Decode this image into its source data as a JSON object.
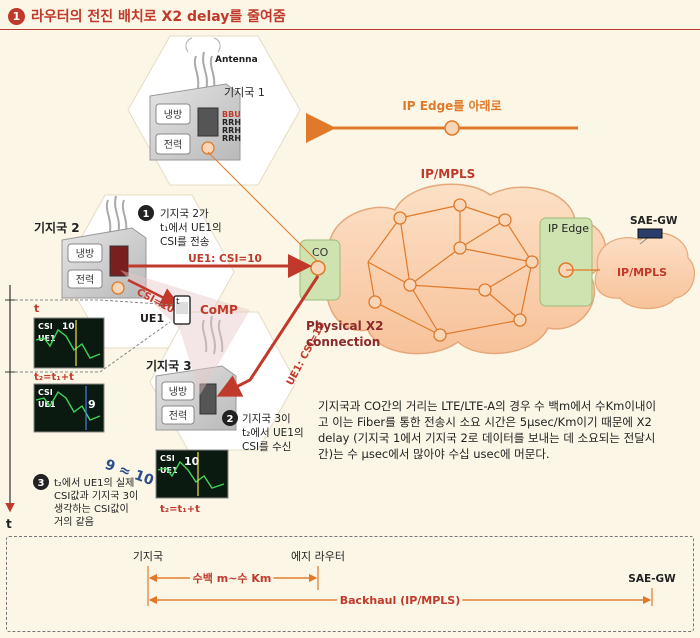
{
  "header": {
    "step_number": "1",
    "title": "라우터의 전진 배치로 X2 delay를 줄여줌"
  },
  "labels": {
    "antenna": "Antenna",
    "bs1": "기지국 1",
    "bs2": "기지국 2",
    "bs3": "기지국 3",
    "cooling": "냉방",
    "power": "전력",
    "bbu": "BBU",
    "rrh": "RRH",
    "ip_edge_down": "IP Edge를 아래로",
    "ip_mpls": "IP/MPLS",
    "ip_edge": "IP Edge",
    "sae_gw": "SAE-GW",
    "co": "CO",
    "physical_x2_1": "Physical X2",
    "physical_x2_2": "connection",
    "ue1": "UE1",
    "comp": "CoMP",
    "ue1_csi10_a": "UE1: CSI=10",
    "ue1_csi10_b": "UE1: CSI=10",
    "csi10_c": "CSI=10",
    "approx": "9 ≈ 10",
    "t1": "t",
    "t2_label": "t₂=t₁+t",
    "t_axis": "t",
    "t1_axis": "t"
  },
  "steps": {
    "s1_num": "1",
    "s1_l1": "기지국 2가",
    "s1_l2": "t₁에서 UE1의",
    "s1_l3": "CSI를 전송",
    "s2_num": "2",
    "s2_l1": "기지국 3이",
    "s2_l2": "t₂에서 UE1의",
    "s2_l3": "CSI를 수신",
    "s3_num": "3",
    "s3_l1": "t₂에서 UE1의 실제",
    "s3_l2": "CSI값과 기지국 3이",
    "s3_l3": "생각하는 CSI값이",
    "s3_l4": "거의 같음"
  },
  "panels": {
    "p1": {
      "csi": "CSI",
      "ue": "UE1",
      "value": "10"
    },
    "p2": {
      "csi": "CSI",
      "ue": "UE1",
      "value": "9"
    },
    "p3": {
      "csi": "CSI",
      "ue": "UE1",
      "value": "10"
    }
  },
  "note": "기지국과 CO간의 거리는 LTE/LTE-A의 경우 수 백m에서 수Km이내이고 이는 Fiber를 통한 전송시 소요 시간은 5µsec/Km이기 때문에 X2 delay (기지국 1에서 기지국 2로 데이터를 보내는 데 소요되는 전달시간)는 수 µsec에서 많아야 수십 usec에 머문다.",
  "bottom": {
    "bs": "기지국",
    "edge": "에지 라우터",
    "sae": "SAE-GW",
    "dist": "수백 m~수 Km",
    "backhaul": "Backhaul (IP/MPLS)"
  },
  "colors": {
    "accent": "#c0392b",
    "orange": "#e07a2a",
    "cloud": "#f9cfae",
    "hex": "#ffffff",
    "screen": "#0b1a10",
    "green_node": "#cfe3b0"
  }
}
